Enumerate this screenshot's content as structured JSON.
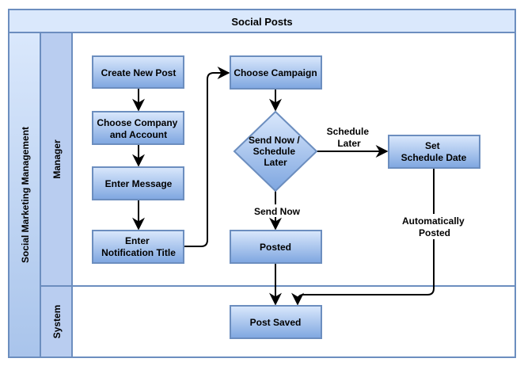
{
  "pool": {
    "title": "Social Posts",
    "side_label": "Social Marketing Management"
  },
  "lanes": {
    "manager": "Manager",
    "system": "System"
  },
  "nodes": {
    "create_post": [
      "Create New Post"
    ],
    "choose_company": [
      "Choose Company",
      "and Account"
    ],
    "enter_message": [
      "Enter Message"
    ],
    "enter_title": [
      "Enter",
      "Notification Title"
    ],
    "choose_campaign": [
      "Choose Campaign"
    ],
    "decision": [
      "Send Now /",
      "Schedule",
      "Later"
    ],
    "set_date": [
      "Set",
      "Schedule Date"
    ],
    "posted": [
      "Posted"
    ],
    "post_saved": [
      "Post Saved"
    ]
  },
  "edge_labels": {
    "schedule_later": [
      "Schedule",
      "Later"
    ],
    "send_now": [
      "Send Now"
    ],
    "auto_posted": [
      "Automatically",
      "Posted"
    ]
  },
  "colors": {
    "header_fill": "#dae8fc",
    "lane_fill": "#b9cdf0",
    "stroke": "#6c8ebf",
    "node_fill_top": "#dae8fc",
    "node_fill_bottom": "#7ea6e0",
    "line": "#000000"
  }
}
